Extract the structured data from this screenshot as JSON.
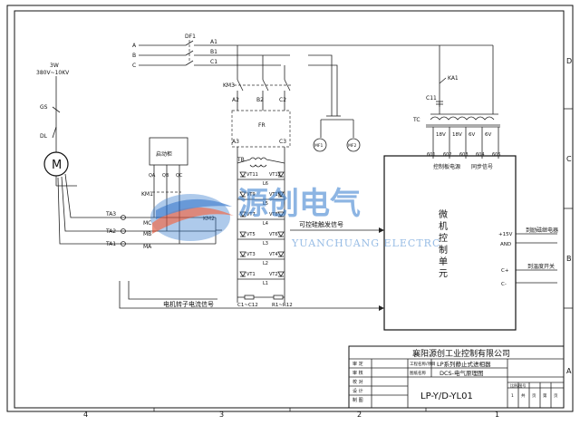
{
  "border": {
    "columns": [
      "4",
      "3",
      "2",
      "1"
    ],
    "rows_right": [
      "D",
      "C",
      "B",
      "A"
    ]
  },
  "phases": [
    "A",
    "B",
    "C"
  ],
  "breaker_df1": "DF1",
  "bus_labels": [
    "A1",
    "B1",
    "C1"
  ],
  "source": {
    "label_3w": "3W",
    "voltage": "380V~10KV"
  },
  "left_labels": {
    "gs": "GS",
    "dl": "DL",
    "motor": "M"
  },
  "starter_box": {
    "title": "启动柜",
    "terminals": [
      "QA",
      "QB",
      "QC"
    ]
  },
  "km1": "KM1",
  "km2": "KM2",
  "km3": "KM3",
  "motor_terminals": [
    "MC",
    "MB",
    "MA"
  ],
  "ct_labels": [
    "TA3",
    "TA2",
    "TA1"
  ],
  "top_mid": {
    "a2": "A2",
    "b2": "B2",
    "c2": "C2",
    "a3": "A3",
    "c3": "C3",
    "fr": "FR",
    "tb": "TB"
  },
  "fans": [
    "MF1",
    "MF2"
  ],
  "thyristors_left": [
    "VT11",
    "VT9",
    "VT7",
    "VT5",
    "VT3",
    "VT1"
  ],
  "thyristors_right": [
    "VT12",
    "VT10",
    "VT8",
    "VT6",
    "VT4",
    "VT2"
  ],
  "inductors": [
    "L6",
    "L5",
    "L4",
    "L3",
    "L2",
    "L1"
  ],
  "rc_labels": {
    "c": "C1~C12",
    "r": "R1~R12"
  },
  "transformer": {
    "ka1": "KA1",
    "c11": "C11",
    "tc": "TC"
  },
  "tc_voltages": [
    "18V",
    "18V",
    "6V",
    "6V"
  ],
  "tc_pins": [
    "601",
    "602",
    "603",
    "604",
    "605"
  ],
  "control_labels": {
    "main_relay": "控制板电源",
    "sync": "同步信号"
  },
  "controller": {
    "title_chars": [
      "微",
      "机",
      "控",
      "制",
      "单",
      "元"
    ]
  },
  "controller_ports": [
    "+15V",
    "AND",
    "C+",
    "C-"
  ],
  "outputs": [
    "到励磁继电器",
    "到温度开关"
  ],
  "signals": {
    "trigger": "可控硅触发信号",
    "feedback": "电机转子电流信号"
  },
  "watermark": {
    "cn": "源创电气",
    "en": "YUANCHUANG ELECTRC"
  },
  "title_block": {
    "company": "襄阳源创工业控制有限公司",
    "row_labels": [
      "审 定",
      "审 核",
      "校 对",
      "设 计",
      "制 图"
    ],
    "field_labels": [
      "工程名称/项目",
      "图纸名称"
    ],
    "project": "LP系列静止式进相器",
    "drawing": "DCS-电气原理图",
    "code": "LP-Y/D-YL01",
    "mini_header": "比例/图号",
    "mini_cells": [
      "1",
      "共",
      "页",
      "第",
      "页"
    ]
  }
}
